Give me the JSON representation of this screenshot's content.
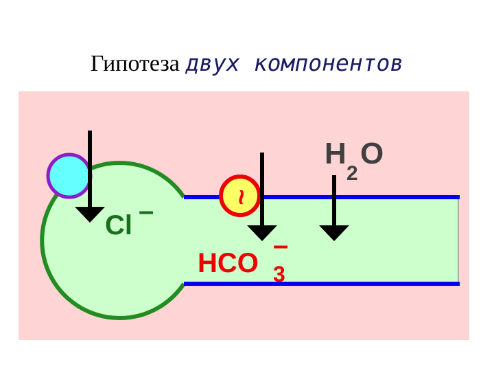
{
  "title": {
    "part1": "Гипотеза ",
    "part2": "двух компонентов"
  },
  "labels": {
    "chloride": "Cl",
    "chloride_charge": "–",
    "bicarbonate": "HCO",
    "bicarbonate_sub": "3",
    "bicarbonate_charge": "–",
    "water_h": "H",
    "water_sub": "2",
    "water_o": "O",
    "transporter_symbol": "~"
  },
  "colors": {
    "panel": "#ffd4d4",
    "cell_fill": "#ccffcc",
    "cell_wall": "#228b22",
    "duct_wall": "#0000ee",
    "chloride_text": "#1b6e1b",
    "bicarbonate_text": "#ee0000",
    "water_text": "#404040",
    "channel_fill": "#66ffff",
    "channel_stroke": "#8b1ec8",
    "exchanger_fill": "#ffff66",
    "exchanger_stroke": "#ee0000",
    "arrow": "#000000"
  }
}
